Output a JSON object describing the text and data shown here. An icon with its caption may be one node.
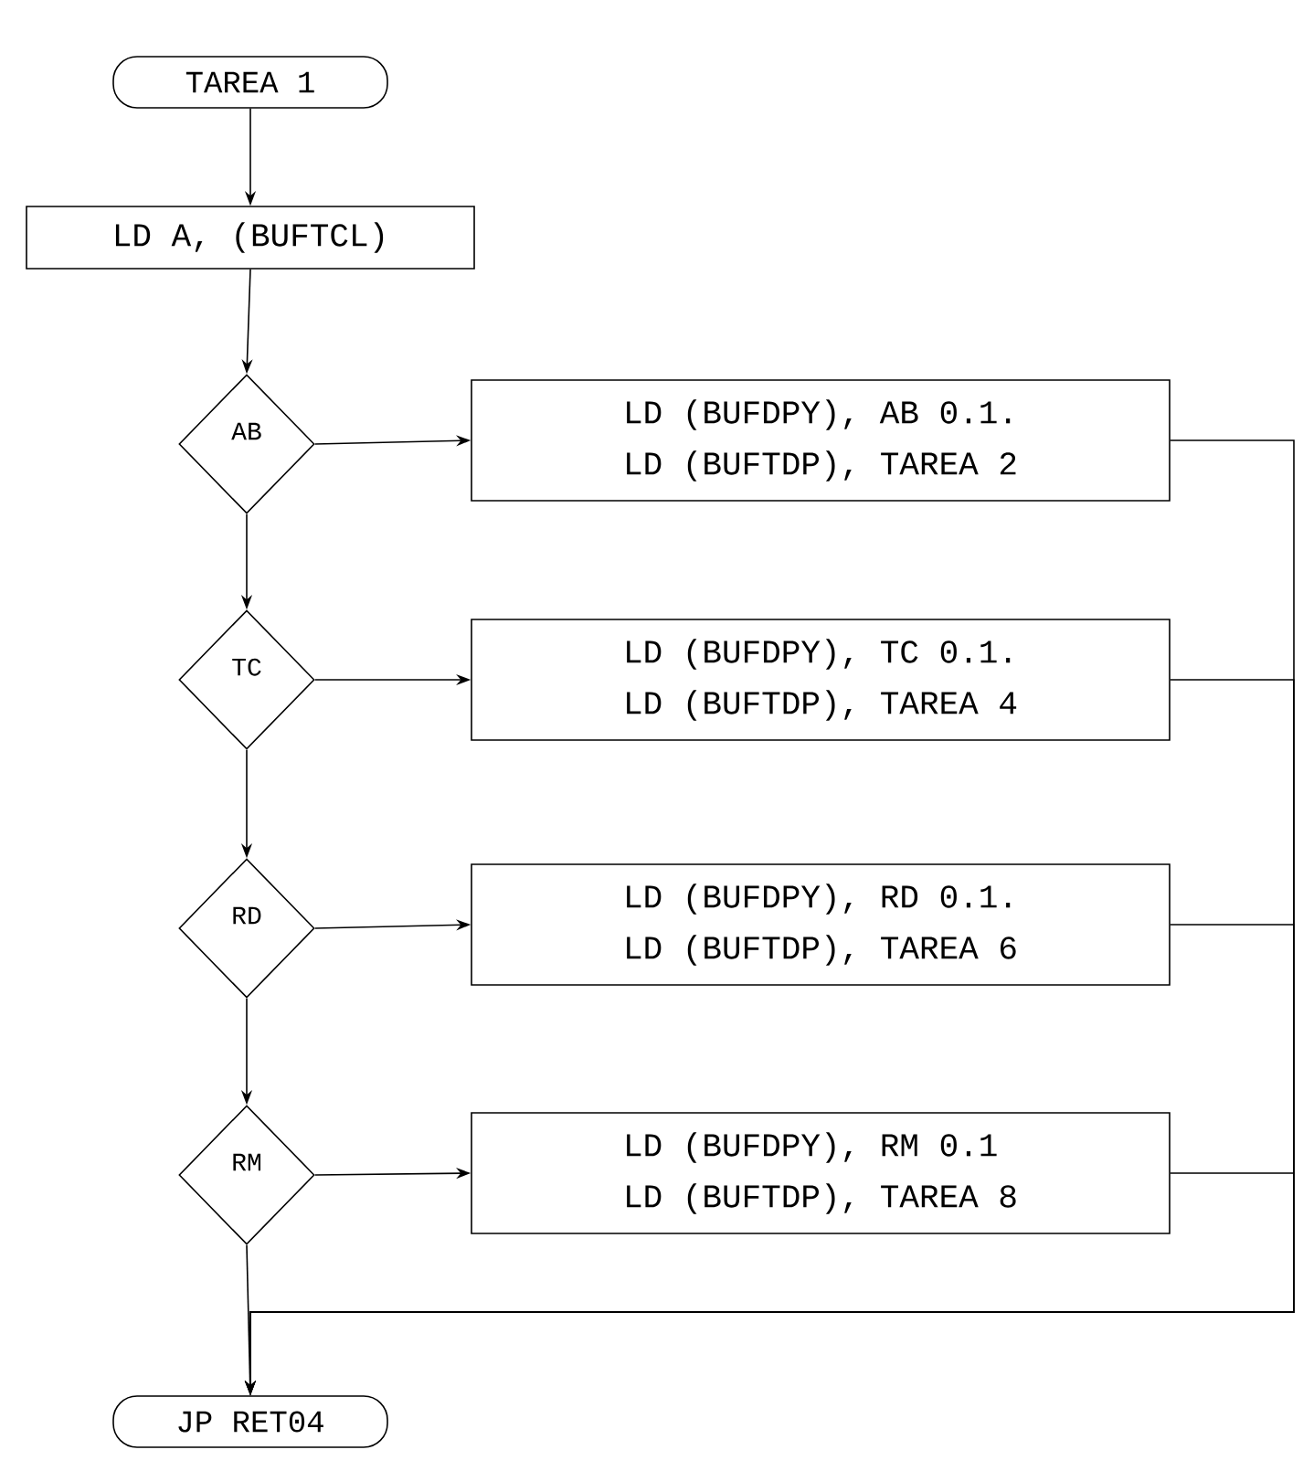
{
  "diagram": {
    "nodes": [
      {
        "text": [
          "TAREA 1"
        ]
      },
      {
        "text": [
          "LD A, (BUFTCL)"
        ]
      },
      {
        "text": [
          "AB"
        ]
      },
      {
        "text": [
          "LD (BUFDPY), AB 0.1.",
          "LD (BUFTDP), TAREA 2"
        ]
      },
      {
        "text": [
          "TC"
        ]
      },
      {
        "text": [
          "LD (BUFDPY), TC 0.1.",
          "LD (BUFTDP), TAREA 4"
        ]
      },
      {
        "text": [
          "RD"
        ]
      },
      {
        "text": [
          "LD (BUFDPY), RD 0.1.",
          "LD (BUFTDP), TAREA 6"
        ]
      },
      {
        "text": [
          "RM"
        ]
      },
      {
        "text": [
          "LD (BUFDPY), RM 0.1",
          "LD (BUFTDP), TAREA 8"
        ]
      },
      {
        "text": [
          "JP RET04"
        ]
      }
    ],
    "edges": [
      {
        "from": 0,
        "to": 1,
        "arrow": "to"
      },
      {
        "from": 1,
        "to": 2,
        "arrow": "to"
      },
      {
        "from": 2,
        "to": 3,
        "arrow": "to"
      },
      {
        "from": 2,
        "to": 4,
        "arrow": "to"
      },
      {
        "from": 4,
        "to": 5,
        "arrow": "to"
      },
      {
        "from": 4,
        "to": 6,
        "arrow": "to"
      },
      {
        "from": 6,
        "to": 7,
        "arrow": "to"
      },
      {
        "from": 6,
        "to": 8,
        "arrow": "to"
      },
      {
        "from": 8,
        "to": 9,
        "arrow": "to"
      },
      {
        "from": 8,
        "to": 10,
        "arrow": "to"
      },
      {
        "from": 3,
        "to": 10,
        "arrow": "to"
      },
      {
        "from": 5,
        "to": 10,
        "arrow": "to"
      },
      {
        "from": 7,
        "to": 10,
        "arrow": "to"
      },
      {
        "from": 9,
        "to": 10,
        "arrow": "to"
      }
    ]
  }
}
